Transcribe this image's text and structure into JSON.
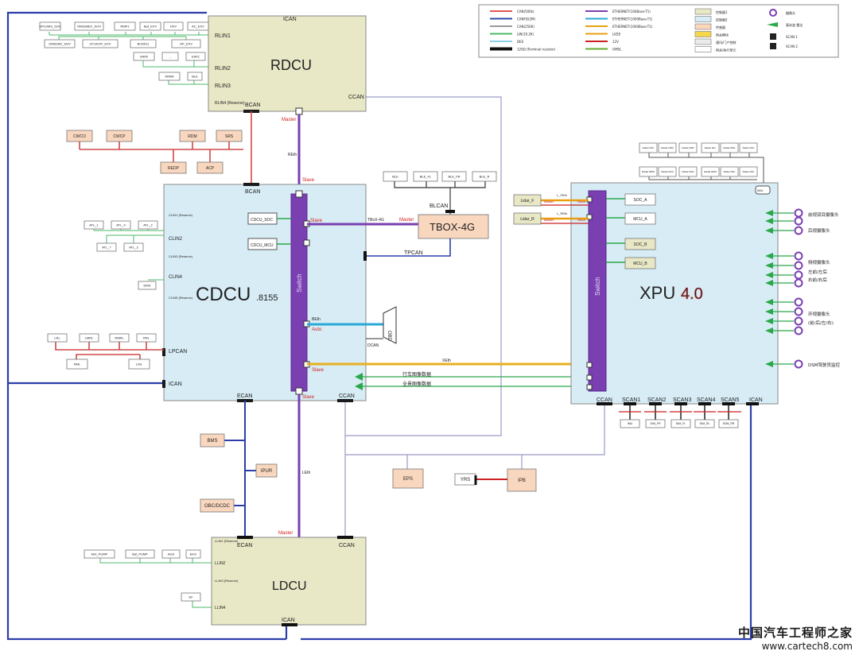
{
  "legend": {
    "items": [
      {
        "label": "CAN(500k)",
        "color": "#e05555"
      },
      {
        "label": "CANFD(2M)",
        "color": "#2c4aa8"
      },
      {
        "label": "CAN(250K)",
        "color": "#9a9a9a"
      },
      {
        "label": "LIN(19.2K)",
        "color": "#4db86a"
      },
      {
        "label": "DES",
        "color": "#8ed0e8"
      },
      {
        "label": "120Ω (Terminal resistor)",
        "color": "#111111"
      },
      {
        "label": "ETHERNET(100Base-T1)",
        "color": "#7a3fb0"
      },
      {
        "label": "ETHERNET(1000Base-T1)",
        "color": "#2aa8d8"
      },
      {
        "label": "ETHERNET(1000Base-T1)",
        "color": "#e8a010"
      },
      {
        "label": "LVDS",
        "color": "#e8a010"
      },
      {
        "label": "12V",
        "color": "#cc2222"
      },
      {
        "label": "GMSL",
        "color": "#66aa33"
      }
    ],
    "swatches": [
      {
        "label": "控制器1",
        "color": "#e8e7c6"
      },
      {
        "label": "控制器2",
        "color": "#d7ecf5"
      },
      {
        "label": "传感器",
        "color": "#f9d7be"
      },
      {
        "label": "网关模块",
        "color": "#f5d84a"
      },
      {
        "label": "通讯/门户控制",
        "color": "#ebebeb"
      },
      {
        "label": "网关/执行单元",
        "color": "#ffffff"
      }
    ],
    "right_items": [
      "摄像头",
      "毫米波 雷达",
      "SCAN 1",
      "SCAN 2"
    ]
  },
  "rdcu": {
    "name": "RDCU",
    "ican": "ICAN",
    "ccan": "CCAN",
    "bcan": "BCAN",
    "rlin1": "RLIN1",
    "rlin2": "RLIN2",
    "rlin3": "RLIN3",
    "rlin4": "RLIN4 (Reserve)",
    "lin_nodes": [
      [
        "HPLDMS_SOV",
        "OMS2BEX_SOV",
        "RMP1",
        "Bat_EXV",
        "HXV",
        "AC_EXV"
      ],
      [
        "OMS2AD_SOV",
        "CF1/EXP_EXV",
        "BCMCU",
        "HP_EXV"
      ],
      [
        "SAVE",
        "...",
        "EAV1"
      ],
      [
        "WWM",
        "BLE"
      ]
    ]
  },
  "body_can": {
    "nodes": [
      "CWCO",
      "CWCP",
      "RDM",
      "SRS",
      "REDP",
      "ACP"
    ]
  },
  "eth_labels": {
    "master": "Master",
    "slave": "Slave",
    "reth": "REth",
    "leth": "LEth",
    "xeth": "XEth",
    "beth": "BEth",
    "auto": "Auto"
  },
  "ble": {
    "nodes": [
      "BLE",
      "BLE_FL",
      "BLE_FR",
      "BLE_R"
    ],
    "bus": "BLCAN"
  },
  "tbox": {
    "name": "TBOX-4G",
    "tpcan": "TPCAN",
    "tbeth": "TBoX-4G"
  },
  "cdcu": {
    "name": "CDCU",
    "suffix": ".8155",
    "switch": "Switch",
    "bcan": "BCAN",
    "ccan": "CCAN",
    "ecan": "ECAN",
    "lpcan": "LPCAN",
    "ican": "ICAN",
    "clin1": "CLIN1 (Reserve)",
    "clin2": "CLIN2",
    "clin3": "CLIN3 (Reserve)",
    "clin4": "CLIN4",
    "clin5": "CLIN5 (Reserve)",
    "soc": "CDCU_SOC",
    "mcu": "CDCU_MCU"
  },
  "atl": {
    "nodes": [
      "ATL_1",
      "ATL_4",
      "ATL_2",
      "ATL_7",
      "ATL_3"
    ],
    "dms": "DMS"
  },
  "lp_nodes": {
    "top": [
      "LRL",
      "LMRL",
      "RMRL",
      "RRL"
    ],
    "bottom": [
      "RML",
      "LML"
    ]
  },
  "obd": {
    "name": "OBD",
    "dcan": "DCAN"
  },
  "xpu": {
    "name": "XPU",
    "version": "4.0",
    "switch": "Switch",
    "ccan": "CCAN",
    "scan1": "SCAN1",
    "scan2": "SCAN2",
    "scan3": "SCAN3",
    "scan4": "SCAN4",
    "scan5": "SCAN5",
    "ican": "ICAN",
    "soc_a": "SOC_A",
    "mcu_a": "MCU_A",
    "soc_b": "SOC_B",
    "mcu_b": "MCU_B",
    "imu": "IMU",
    "lidar_f": "Lidar_F",
    "lidar_r": "Lidar_R",
    "l_f": "L_FEth",
    "l_r": "L_REth",
    "radars_top": [
      "Radar FRL",
      "Radar FRM",
      "Radar FRR",
      "Radar RLL",
      "Radar RRL",
      "Radar FRL"
    ],
    "radars_bottom": [
      "Radar RRM",
      "Radar RLM",
      "Radar RLR",
      "Radar RRR",
      "Radar FRL",
      "Radar FRL"
    ],
    "scan_nodes": [
      "IMU",
      "DIM_FR",
      "DIM_FL",
      "DIM_RL",
      "SDM_RR"
    ],
    "cameras": [
      "前视双目摄像头",
      "后视摄像头",
      "侧视摄像头",
      "左前/左后",
      "右前/右后",
      "环视摄像头",
      "(前/后/左/右)",
      "DSM驾驶员监控"
    ],
    "video1": "行车图像数据",
    "video2": "全景图像数据"
  },
  "power": {
    "bms": "BMS",
    "ipur": "IPUR",
    "obc": "OBC/DCDC",
    "eps": "EPS",
    "ipb": "IPB",
    "yrs": "YRS"
  },
  "ldcu": {
    "name": "LDCU",
    "ecan": "ECAN",
    "ccan": "CCAN",
    "ican": "ICAN",
    "llin1": "LLIN1 (Reserve)",
    "llin2": "LLIN2",
    "llin3": "LLIN3 (Reserve)",
    "llin4": "LLIN4",
    "nodes": [
      "Mot_PUMP",
      "Bat_PUMP",
      "AGS",
      "EKO",
      "EF"
    ]
  },
  "watermark": {
    "title": "中国汽车工程师之家",
    "url": "www.cartech8.com"
  }
}
